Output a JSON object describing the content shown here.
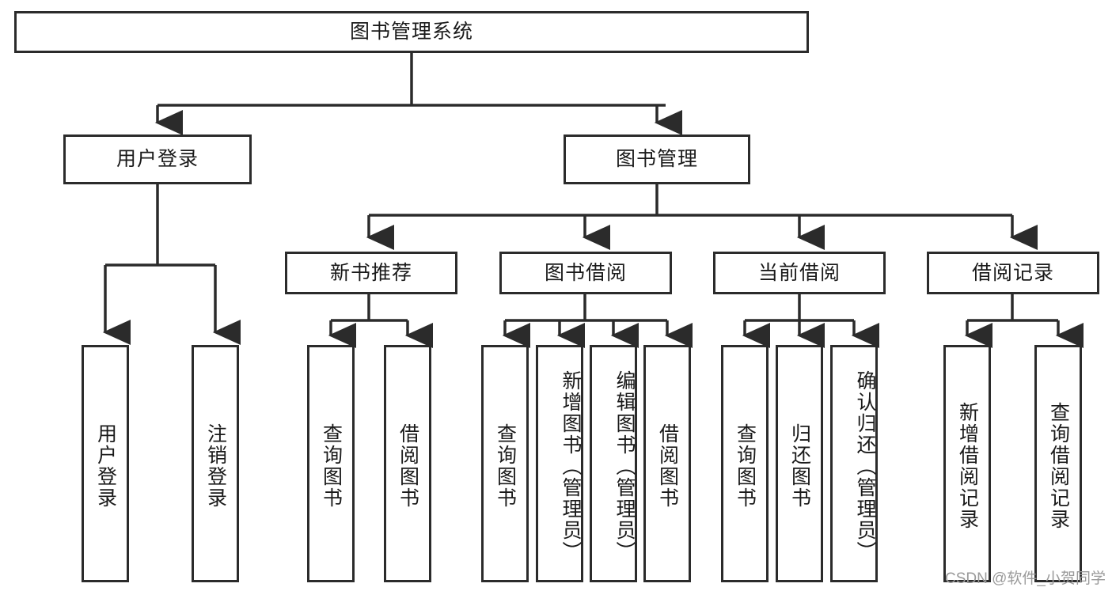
{
  "diagram": {
    "title": "图书管理系统",
    "watermark": "CSDN @软件_小贺同学",
    "level2": [
      {
        "label": "用户登录"
      },
      {
        "label": "图书管理"
      }
    ],
    "level3": [
      {
        "label": "新书推荐"
      },
      {
        "label": "图书借阅"
      },
      {
        "label": "当前借阅"
      },
      {
        "label": "借阅记录"
      }
    ],
    "leaves": {
      "user_login": [
        {
          "label": "用户登录"
        },
        {
          "label": "注销登录"
        }
      ],
      "new_book_recommend": [
        {
          "label": "查询图书"
        },
        {
          "label": "借阅图书"
        }
      ],
      "book_borrow": [
        {
          "label": "查询图书"
        },
        {
          "label": "新增图书（管理员）"
        },
        {
          "label": "编辑图书（管理员）"
        },
        {
          "label": "借阅图书"
        }
      ],
      "current_borrow": [
        {
          "label": "查询图书"
        },
        {
          "label": "归还图书"
        },
        {
          "label": "确认归还（管理员）"
        }
      ],
      "borrow_record": [
        {
          "label": "新增借阅记录"
        },
        {
          "label": "查询借阅记录"
        }
      ]
    },
    "colors": {
      "stroke": "#2b2b2b",
      "fill": "#ffffff",
      "text": "#1a1a1a",
      "watermark": "#9a9a9a"
    }
  }
}
